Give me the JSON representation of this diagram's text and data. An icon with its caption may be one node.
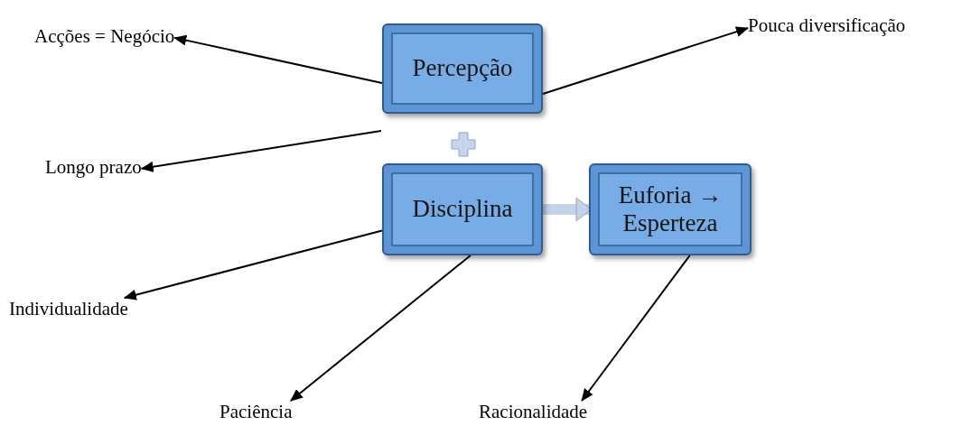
{
  "diagram": {
    "nodes": [
      {
        "text": [
          "Percepção"
        ]
      },
      {
        "text": [
          "Disciplina"
        ]
      },
      {
        "text": [
          "Euforia → Esperteza"
        ]
      },
      {
        "text": [
          "Acções = Negócio"
        ]
      },
      {
        "text": [
          "Pouca diversificação"
        ]
      },
      {
        "text": [
          "Longo prazo"
        ]
      },
      {
        "text": [
          "Individualidade"
        ]
      },
      {
        "text": [
          "Paciência"
        ]
      },
      {
        "text": [
          "Racionalidade"
        ]
      }
    ],
    "edges": [
      {
        "from": 0,
        "to": 3,
        "arrow": "to"
      },
      {
        "from": 0,
        "to": 4,
        "arrow": "to"
      },
      {
        "from": null,
        "to": 5,
        "arrow": "to"
      },
      {
        "from": 1,
        "to": 2,
        "arrow": "to",
        "style": "thick",
        "color": "#c3d3e8"
      },
      {
        "from": 1,
        "to": 6,
        "arrow": "to"
      },
      {
        "from": 1,
        "to": 7,
        "arrow": "to"
      },
      {
        "from": 2,
        "to": 8,
        "arrow": "to"
      }
    ]
  }
}
